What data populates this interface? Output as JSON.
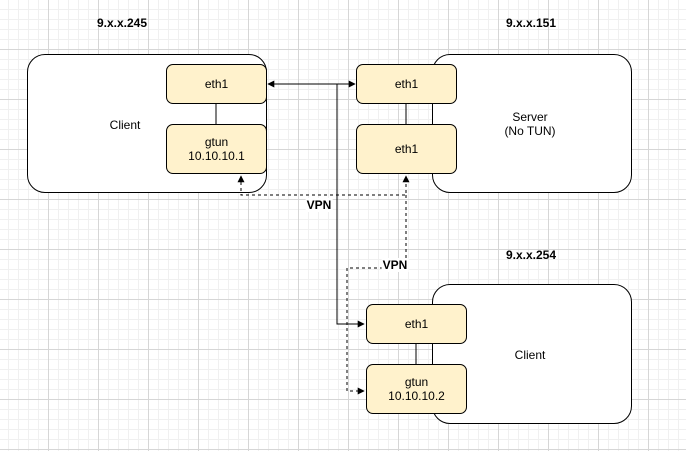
{
  "hosts": {
    "client_a": {
      "ip": "9.x.x.245",
      "name": "Client",
      "eth": "eth1",
      "tun_name": "gtun",
      "tun_ip": "10.10.10.1"
    },
    "server": {
      "ip": "9.x.x.151",
      "name_line1": "Server",
      "name_line2": "(No TUN)",
      "eth_top": "eth1",
      "eth_bottom": "eth1"
    },
    "client_b": {
      "ip": "9.x.x.254",
      "name": "Client",
      "eth": "eth1",
      "tun_name": "gtun",
      "tun_ip": "10.10.10.2"
    }
  },
  "links": {
    "vpn_label_1": "VPN",
    "vpn_label_2": "VPN"
  }
}
